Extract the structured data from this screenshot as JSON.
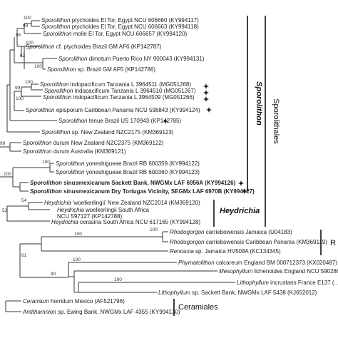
{
  "taxa": [
    {
      "genus": "Sporolithon",
      "rest": "ptychoides El Tor, Egypt NCU 606660 (KY994117)",
      "bold": false
    },
    {
      "genus": "Sporolithon",
      "rest": "ptychoides El Tor, Egypt NCU 606663 (KY994118)",
      "bold": false
    },
    {
      "genus": "Sporolithon",
      "rest": "molle El Tor, Egypt NCU 606657 (KY994120)",
      "bold": false
    },
    {
      "genus": "Sporolithon",
      "rest": "cf. ptychoides Brazil GM AF6 (KP142787)",
      "bold": false
    },
    {
      "genus": "Sporolithon",
      "rest": "dimotum Puerto Rico NY 900043 (KY994131)",
      "bold": false
    },
    {
      "genus": "Sporolithon",
      "rest": "sp. Brazil GM AF5 (KP142786)",
      "bold": false
    },
    {
      "genus": "Sporolithon",
      "rest": "indopacificum Tanzania L 3964511 (MG051268)",
      "bold": false
    },
    {
      "genus": "Sporolithon",
      "rest": "indopacificum Tanzania L 3964510 (MG051267)",
      "bold": false
    },
    {
      "genus": "Sporolithon",
      "rest": "indopacificum Tanzania L 3964509 (MG051266)",
      "bold": false
    },
    {
      "genus": "Sporolithon",
      "rest": "episporum Caribbean Panama NCU 598843 (KY994124)",
      "bold": false
    },
    {
      "genus": "Sporolithon",
      "rest": "tenue Brazil US 170943 (KP142785)",
      "bold": false
    },
    {
      "genus": "Sporolithon",
      "rest": "sp. New Zealand NZC2175 (KM369123)",
      "bold": false
    },
    {
      "genus": "Sporolithon",
      "rest": "durum New Zealand NZC2375 (KM369122)",
      "bold": false
    },
    {
      "genus": "Sporolithon",
      "rest": "durum Australia (KM369121)",
      "bold": false
    },
    {
      "genus": "Sporolithon",
      "rest": "yoneshigueae Brazil RB 600359 (KY994122)",
      "bold": false
    },
    {
      "genus": "Sporolithon",
      "rest": "yoneshigueae Brazil RB 600360 (KY994123)",
      "bold": false
    },
    {
      "genus": "Sporolithon",
      "rest": "sinusmexicanum Sackett Bank, NWGMx LAF 6956A (KY994126)",
      "bold": true
    },
    {
      "genus": "Sporolithon",
      "rest": "sinusmexicanum Dry Tortugas Vicinity, SEGMx LAF 6970B (KY994127)",
      "bold": true
    },
    {
      "genus": "Heydrichia",
      "rest": "'woelkerlingii' New Zealand NZC2014 (KM369120)",
      "bold": false
    },
    {
      "genus": "Heydrichia",
      "rest": "woelkerlingii South Africa",
      "bold": false
    },
    {
      "genus": "",
      "rest": "NCU 597127 (KP142788)",
      "bold": false
    },
    {
      "genus": "Heydrichia",
      "rest": "cerasina South Africa NCU 617165 (KY994128)",
      "bold": false
    },
    {
      "genus": "Rhodogorgon",
      "rest": "carriebowensis Jamaica (U04183)",
      "bold": false
    },
    {
      "genus": "Rhodogorgon",
      "rest": "carriebowensis Caribbean Panama (KM369119)",
      "bold": false
    },
    {
      "genus": "Renouxia",
      "rest": "sp. Jamaica HV508A (KC134345)",
      "bold": false
    },
    {
      "genus": "Phymatolithon",
      "rest": "calcareum England BM 000712373 (KX020487)",
      "bold": false
    },
    {
      "genus": "Mesophyllum",
      "rest": "lichenoides England NCU 590286 (KX020...",
      "bold": false
    },
    {
      "genus": "Lithophyllum",
      "rest": "incrustans France E137 (...",
      "bold": false
    },
    {
      "genus": "Lithophyllum",
      "rest": "sp. Sackett Bank, NWGMx LAF 5438 (KJ652012)",
      "bold": false
    },
    {
      "genus": "Ceramium",
      "rest": "horridum Mexico (AF521796)",
      "bold": false
    },
    {
      "genus": "Antithamnion",
      "rest": "sp. Ewing Bank, NWGMx LAF 4355 (KY994130)",
      "bold": false
    }
  ],
  "support": [
    "100",
    "93",
    "86",
    "100",
    "62",
    "100",
    "100",
    "99",
    "100",
    "99",
    "100",
    "100",
    "54",
    "52",
    "100",
    "100",
    "100",
    "61",
    "90",
    "100"
  ],
  "clades": {
    "sporolithon": "Sporolithon",
    "sporolithales": "Sporolithales",
    "heydrichia": "Heydrichia",
    "ceramiales": "Ceramiales",
    "rhodogorgon_partial": "R"
  },
  "colors": {
    "branch": "#333333",
    "text": "#222222",
    "bar": "#111111"
  }
}
